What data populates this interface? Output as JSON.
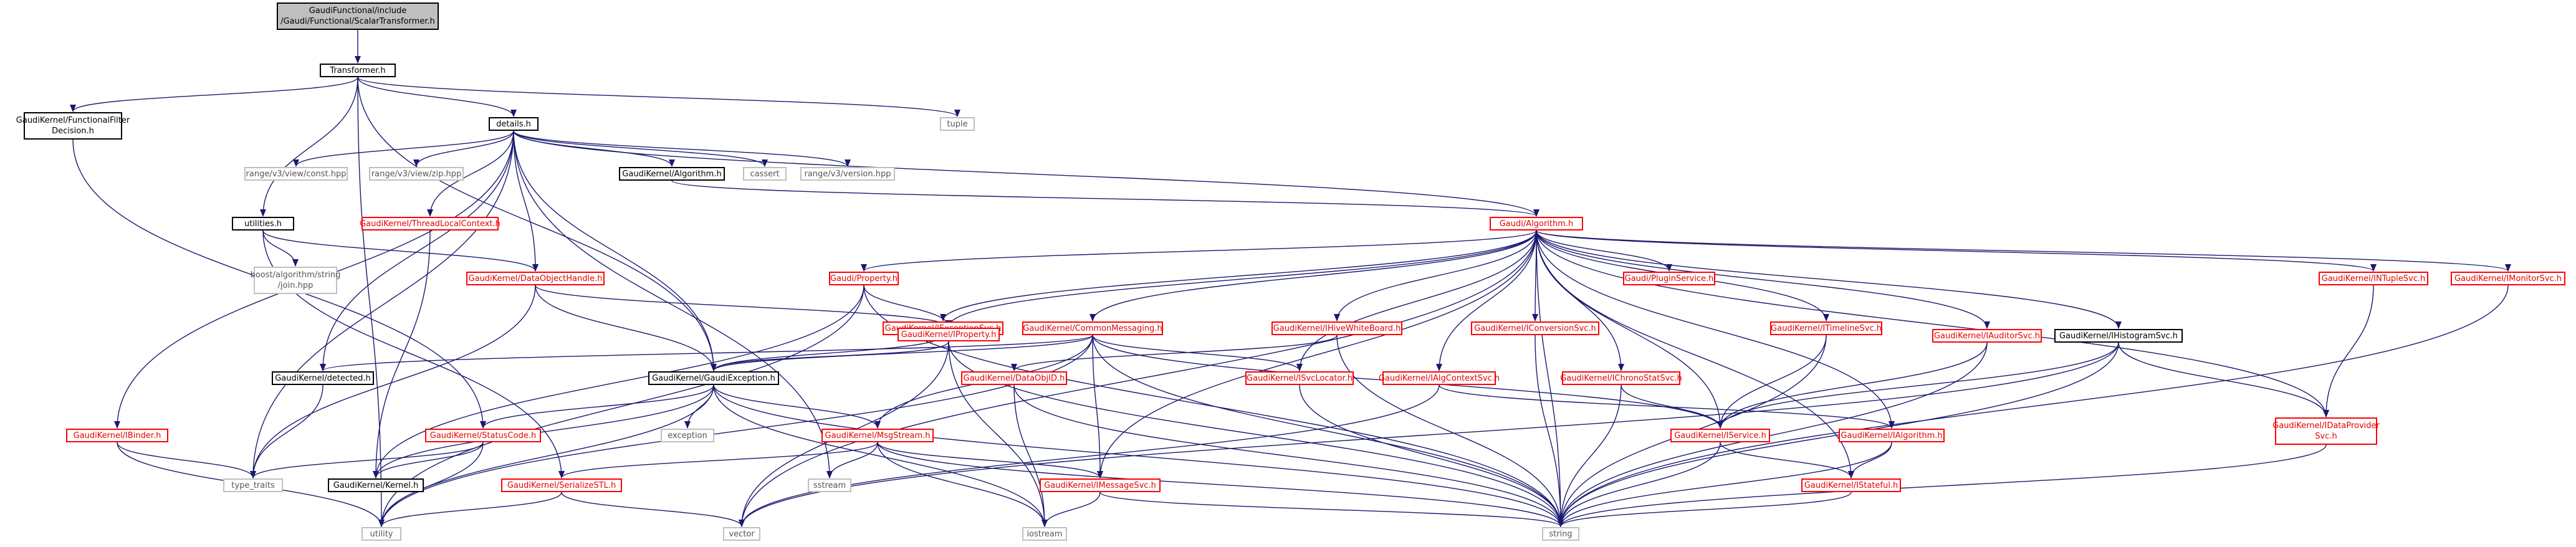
{
  "colors": {
    "edge_blue": "#191970",
    "edge_dark_green": "#006400",
    "edge_dark_red": "#8b0000",
    "edge_purple": "#483d8b",
    "node_root_fill": "#bfbfbf",
    "node_incomplete_border": "#ff0000",
    "node_external_border": "#bfbfbf"
  },
  "nodes": {
    "scalar_transformer_h": {
      "label": [
        "GaudiFunctional/include",
        "/Gaudi/Functional/ScalarTransformer.h"
      ],
      "kind": "root"
    },
    "transformer_h": {
      "label": [
        "Transformer.h"
      ],
      "kind": "normal"
    },
    "functional_filter_decision_h": {
      "label": [
        "GaudiKernel/FunctionalFilter",
        "Decision.h"
      ],
      "kind": "normal"
    },
    "details_h": {
      "label": [
        "details.h"
      ],
      "kind": "normal"
    },
    "tuple": {
      "label": [
        "tuple"
      ],
      "kind": "external"
    },
    "utilities_h": {
      "label": [
        "utilities.h"
      ],
      "kind": "normal"
    },
    "boost_join": {
      "label": [
        "boost/algorithm/string",
        "/join.hpp"
      ],
      "kind": "external"
    },
    "range_const": {
      "label": [
        "range/v3/view/const.hpp"
      ],
      "kind": "external"
    },
    "range_zip": {
      "label": [
        "range/v3/view/zip.hpp"
      ],
      "kind": "external"
    },
    "gk_algorithm_h": {
      "label": [
        "GaudiKernel/Algorithm.h"
      ],
      "kind": "normal"
    },
    "cassert": {
      "label": [
        "cassert"
      ],
      "kind": "external"
    },
    "range_version": {
      "label": [
        "range/v3/version.hpp"
      ],
      "kind": "external"
    },
    "thread_local_context_h": {
      "label": [
        "GaudiKernel/ThreadLocalContext.h"
      ],
      "kind": "incomplete"
    },
    "gaudi_algorithm_h": {
      "label": [
        "Gaudi/Algorithm.h"
      ],
      "kind": "incomplete"
    },
    "data_object_handle_h": {
      "label": [
        "GaudiKernel/DataObjectHandle.h"
      ],
      "kind": "incomplete"
    },
    "gaudi_property_h": {
      "label": [
        "Gaudi/Property.h"
      ],
      "kind": "incomplete"
    },
    "plugin_service_h": {
      "label": [
        "Gaudi/PluginService.h"
      ],
      "kind": "incomplete"
    },
    "intuple_svc_h": {
      "label": [
        "GaudiKernel/INTupleSvc.h"
      ],
      "kind": "incomplete"
    },
    "imonitor_svc_h": {
      "label": [
        "GaudiKernel/IMonitorSvc.h"
      ],
      "kind": "incomplete"
    },
    "iexception_svc_h": {
      "label": [
        "GaudiKernel/IExceptionSvc.h"
      ],
      "kind": "incomplete"
    },
    "iproperty_h": {
      "label": [
        "GaudiKernel/IProperty.h"
      ],
      "kind": "incomplete"
    },
    "common_messaging_h": {
      "label": [
        "GaudiKernel/CommonMessaging.h"
      ],
      "kind": "incomplete"
    },
    "ihive_whiteboard_h": {
      "label": [
        "GaudiKernel/IHiveWhiteBoard.h"
      ],
      "kind": "incomplete"
    },
    "iconversion_svc_h": {
      "label": [
        "GaudiKernel/IConversionSvc.h"
      ],
      "kind": "incomplete"
    },
    "itimeline_svc_h": {
      "label": [
        "GaudiKernel/ITimelineSvc.h"
      ],
      "kind": "incomplete"
    },
    "iauditor_svc_h": {
      "label": [
        "GaudiKernel/IAuditorSvc.h"
      ],
      "kind": "incomplete"
    },
    "ihistogram_svc_h": {
      "label": [
        "GaudiKernel/IHistogramSvc.h"
      ],
      "kind": "normal"
    },
    "detected_h": {
      "label": [
        "GaudiKernel/detected.h"
      ],
      "kind": "normal"
    },
    "gaudi_exception_h": {
      "label": [
        "GaudiKernel/GaudiException.h"
      ],
      "kind": "normal"
    },
    "data_obj_id_h": {
      "label": [
        "GaudiKernel/DataObjID.h"
      ],
      "kind": "incomplete"
    },
    "isvc_locator_h": {
      "label": [
        "GaudiKernel/ISvcLocator.h"
      ],
      "kind": "incomplete"
    },
    "ialg_context_svc_h": {
      "label": [
        "GaudiKernel/IAlgContextSvc.h"
      ],
      "kind": "incomplete"
    },
    "ichrono_stat_svc_h": {
      "label": [
        "GaudiKernel/IChronoStatSvc.h"
      ],
      "kind": "incomplete"
    },
    "ibinder_h": {
      "label": [
        "GaudiKernel/IBinder.h"
      ],
      "kind": "incomplete"
    },
    "status_code_h": {
      "label": [
        "GaudiKernel/StatusCode.h"
      ],
      "kind": "incomplete"
    },
    "exception": {
      "label": [
        "exception"
      ],
      "kind": "external"
    },
    "msg_stream_h": {
      "label": [
        "GaudiKernel/MsgStream.h"
      ],
      "kind": "incomplete"
    },
    "iservice_h": {
      "label": [
        "GaudiKernel/IService.h"
      ],
      "kind": "incomplete"
    },
    "ialgorithm_h": {
      "label": [
        "GaudiKernel/IAlgorithm.h"
      ],
      "kind": "incomplete"
    },
    "idata_provider_svc_h": {
      "label": [
        "GaudiKernel/IDataProvider",
        "Svc.h"
      ],
      "kind": "incomplete"
    },
    "type_traits": {
      "label": [
        "type_traits"
      ],
      "kind": "external"
    },
    "kernel_h": {
      "label": [
        "GaudiKernel/Kernel.h"
      ],
      "kind": "normal"
    },
    "sstream": {
      "label": [
        "sstream"
      ],
      "kind": "external"
    },
    "imessage_svc_h": {
      "label": [
        "GaudiKernel/IMessageSvc.h"
      ],
      "kind": "incomplete"
    },
    "serialize_stl_h": {
      "label": [
        "GaudiKernel/SerializeSTL.h"
      ],
      "kind": "incomplete"
    },
    "istateful_h": {
      "label": [
        "GaudiKernel/IStateful.h"
      ],
      "kind": "incomplete"
    },
    "utility": {
      "label": [
        "utility"
      ],
      "kind": "external"
    },
    "vector": {
      "label": [
        "vector"
      ],
      "kind": "external"
    },
    "iostream": {
      "label": [
        "iostream"
      ],
      "kind": "external"
    },
    "string": {
      "label": [
        "string"
      ],
      "kind": "external"
    }
  }
}
